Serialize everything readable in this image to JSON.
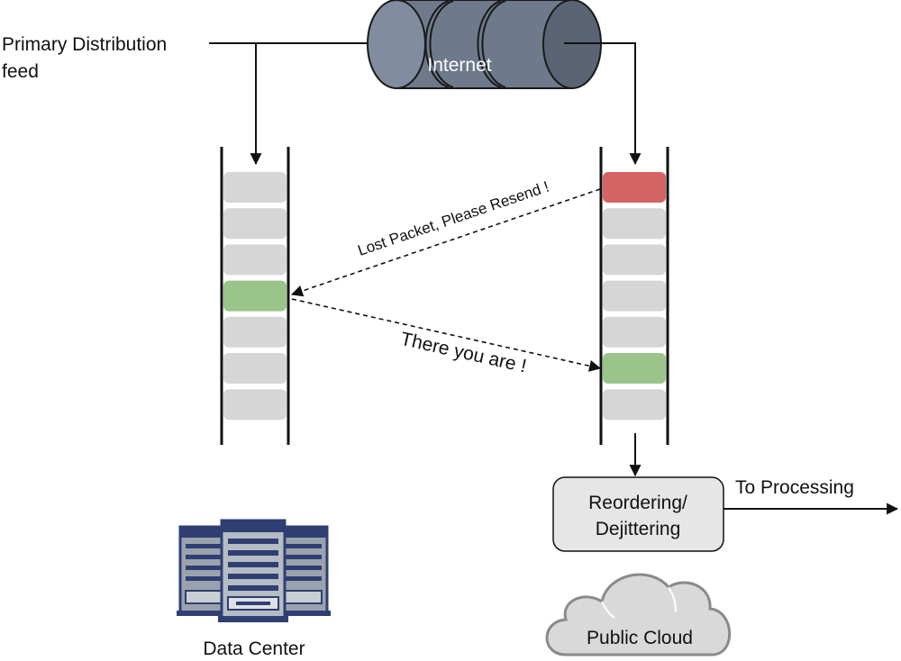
{
  "feed_label": {
    "line1": "Primary Distribution",
    "line2": "feed"
  },
  "internet_label": "Internet",
  "lost_packet_message": "Lost Packet, Please Resend !",
  "resend_message": "There you are !",
  "reorder_box": {
    "line1": "Reordering/",
    "line2": "Dejittering"
  },
  "to_processing_label": "To Processing",
  "data_center_label": "Data Center",
  "public_cloud_label": "Public Cloud",
  "left_buffer": {
    "slots": [
      "empty",
      "empty",
      "empty",
      "resent",
      "empty",
      "empty",
      "empty"
    ]
  },
  "right_buffer": {
    "slots": [
      "lost",
      "empty",
      "empty",
      "empty",
      "empty",
      "recovered",
      "empty"
    ]
  },
  "colors": {
    "slot_empty": "#d6d6d6",
    "slot_resent": "#9bc48a",
    "slot_recovered": "#9bc48a",
    "slot_lost": "#d46464",
    "internet_fill": "#6e7a8c",
    "box_fill": "#e6e6e6",
    "cloud_fill": "#d9d9d9",
    "server_dark": "#2f3f73",
    "server_light": "#9aa3ad"
  }
}
